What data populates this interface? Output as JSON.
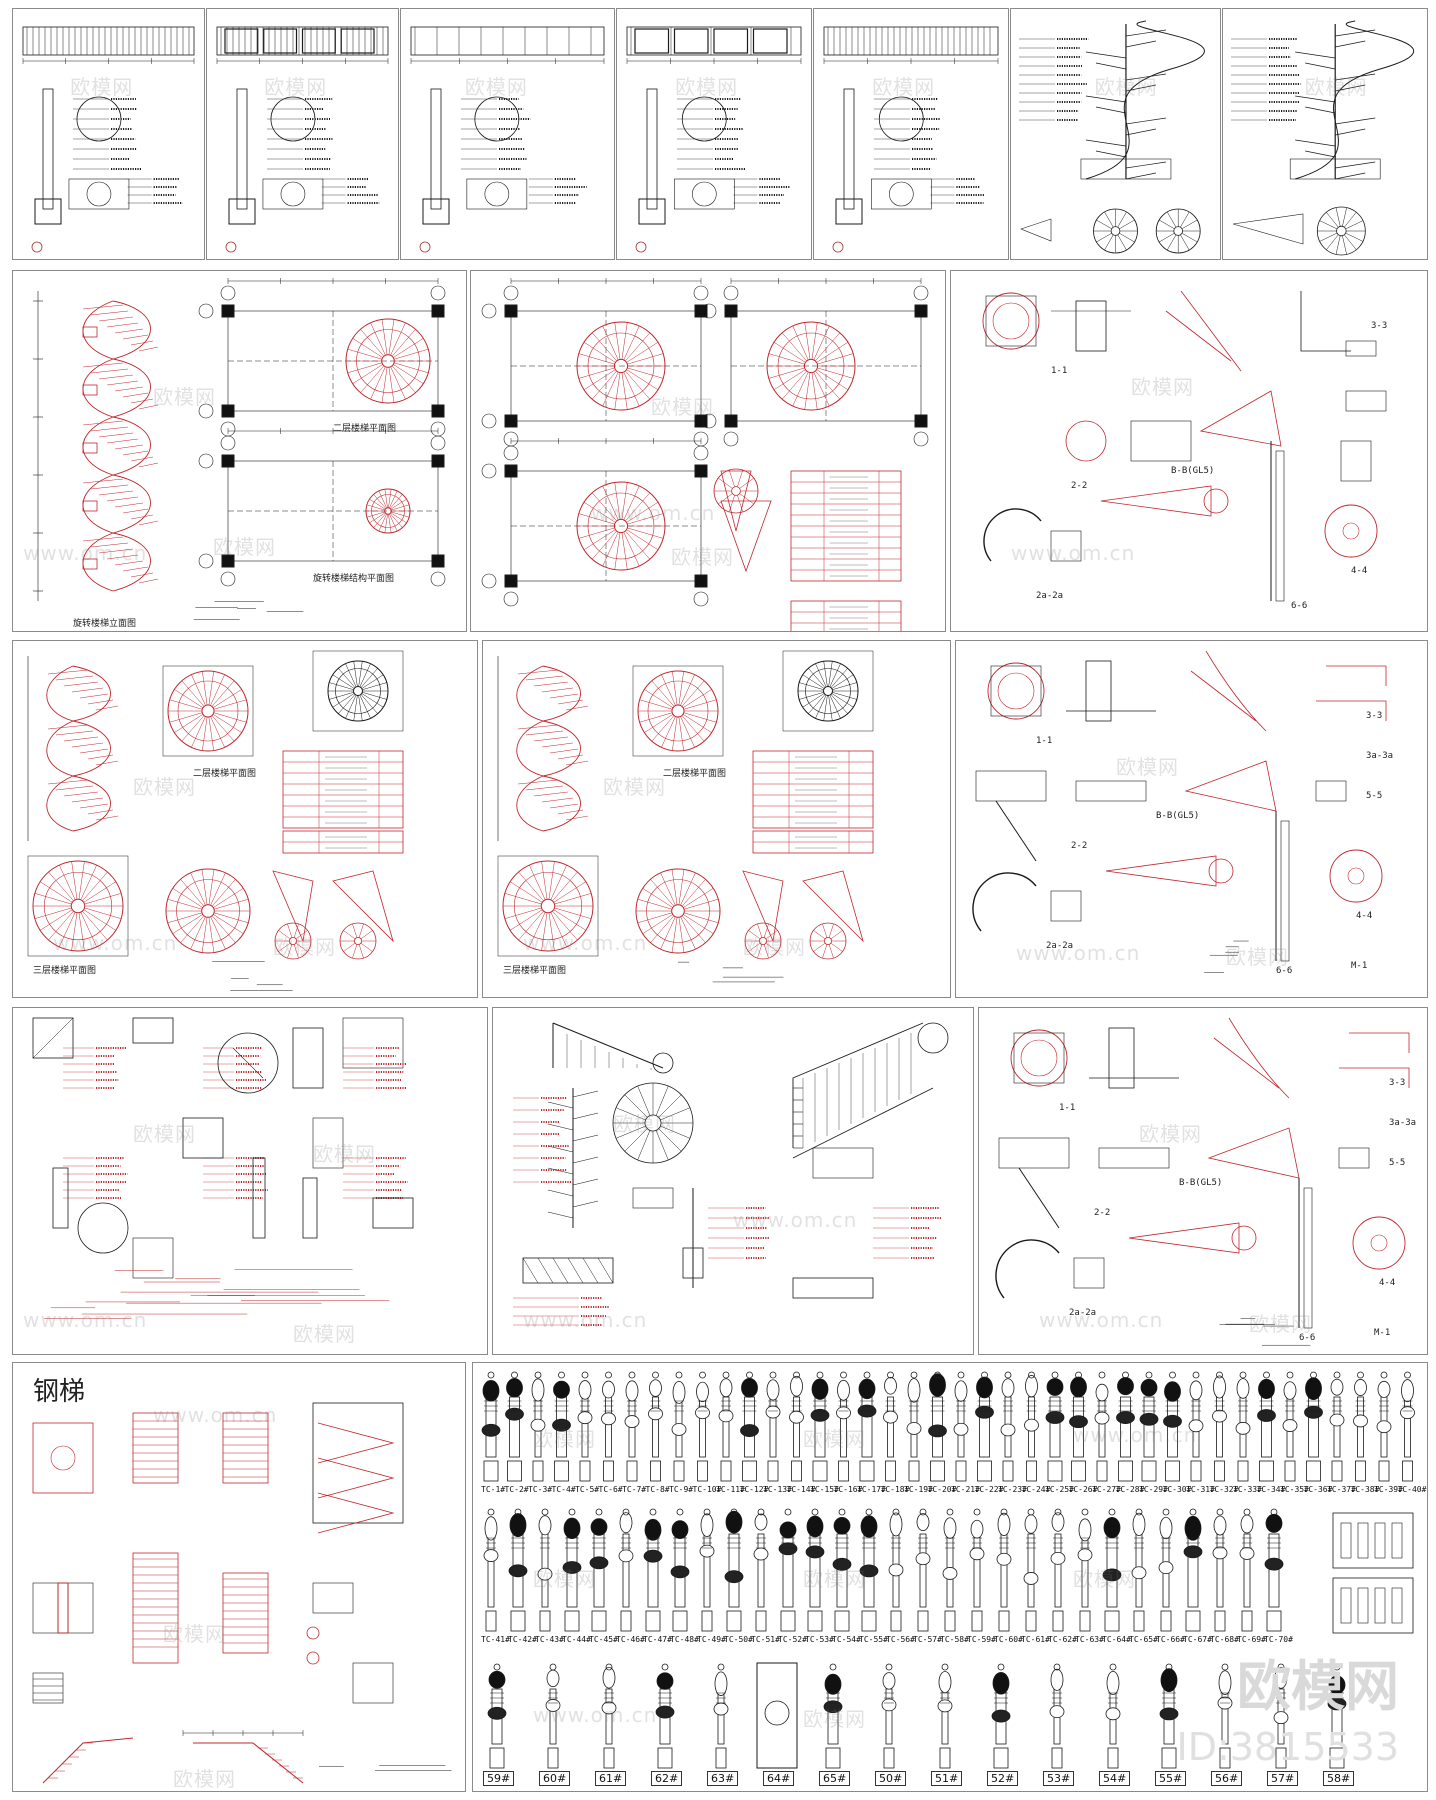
{
  "watermark": "欧模网",
  "watermark_url": "www.om.cn",
  "steel_stair_title": "钢梯",
  "brand_mark": "欧模网",
  "brand_id": "ID:3815533",
  "plan_labels": [
    "二层楼梯平面图",
    "旋转楼梯结构平面图",
    "三层楼梯平面图",
    "旋转楼梯立面图"
  ],
  "detail_labels": [
    "1-1",
    "2-2",
    "3-3",
    "4-4",
    "5-5",
    "6-6",
    "B-B(GL5)",
    "M-1",
    "2a-2a",
    "3a-3a"
  ],
  "baluster_row1": [
    "TC-1#",
    "TC-2#",
    "TC-3#",
    "TC-4#",
    "TC-5#",
    "TC-6#",
    "TC-7#",
    "TC-8#",
    "TC-9#",
    "TC-10#",
    "TC-11#",
    "TC-12#",
    "TC-13#",
    "TC-14#",
    "TC-15#",
    "TC-16#",
    "TC-17#",
    "TC-18#",
    "TC-19#",
    "TC-20#",
    "TC-21#",
    "TC-22#",
    "TC-23#",
    "TC-24#",
    "TC-25#",
    "TC-26#",
    "TC-27#",
    "TC-28#",
    "TC-29#",
    "TC-30#",
    "TC-31#",
    "TC-32#",
    "TC-33#",
    "TC-34#",
    "TC-35#",
    "TC-36#",
    "TC-37#",
    "TC-38#",
    "TC-39#",
    "TC-40#"
  ],
  "baluster_row2": [
    "TC-41#",
    "TC-42#",
    "TC-43#",
    "TC-44#",
    "TC-45#",
    "TC-46#",
    "TC-47#",
    "TC-48#",
    "TC-49#",
    "TC-50#",
    "TC-51#",
    "TC-52#",
    "TC-53#",
    "TC-54#",
    "TC-55#",
    "TC-56#",
    "TC-57#",
    "TC-58#",
    "TC-59#",
    "TC-60#",
    "TC-61#",
    "TC-62#",
    "TC-63#",
    "TC-64#",
    "TC-65#",
    "TC-66#",
    "TC-67#",
    "TC-68#",
    "TC-69#",
    "TC-70#"
  ],
  "baluster_row3": [
    "59#",
    "60#",
    "61#",
    "62#",
    "63#",
    "64#",
    "65#",
    "50#",
    "51#",
    "52#",
    "53#",
    "54#",
    "55#",
    "56#",
    "57#",
    "58#"
  ],
  "colors": {
    "cad_red": "#c0272d",
    "cad_black": "#1a1a1a",
    "border": "#8a8a8a"
  }
}
